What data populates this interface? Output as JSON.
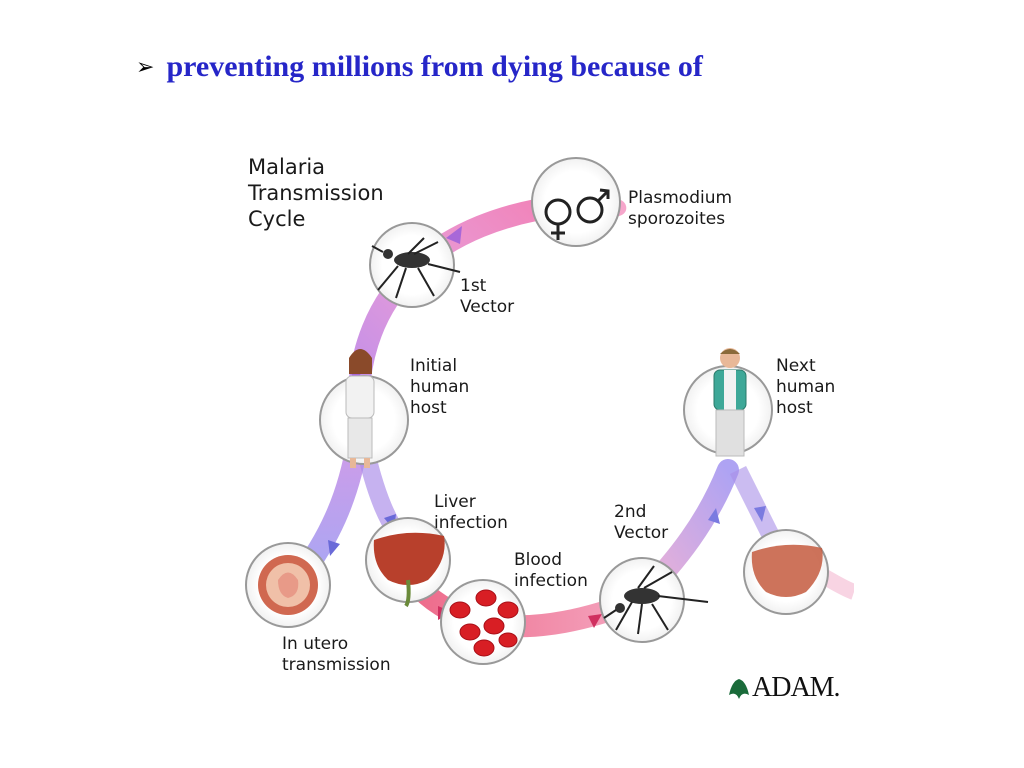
{
  "slide": {
    "bullet_text": "preventing millions from dying because of"
  },
  "diagram": {
    "title": "Malaria\nTransmission\nCycle",
    "labels": {
      "sporozoites": "Plasmodium\nsporozoites",
      "vector1": "1st\nVector",
      "initial_host": "Initial\nhuman\nhost",
      "next_host": "Next\nhuman\nhost",
      "liver": "Liver\ninfection",
      "blood": "Blood\ninfection",
      "vector2": "2nd\nVector",
      "utero": "In utero\ntransmission"
    },
    "logo_text": "ADAM."
  },
  "colors": {
    "bullet_text": "#2626c8",
    "arc_pink": "#f06aa8",
    "arc_purple": "#b27ae8",
    "arc_blue": "#8a8af0",
    "arc_red": "#e84068",
    "liver": "#b8402c",
    "blood_cell": "#d81e24",
    "logo_leaf": "#1a6b3a"
  }
}
